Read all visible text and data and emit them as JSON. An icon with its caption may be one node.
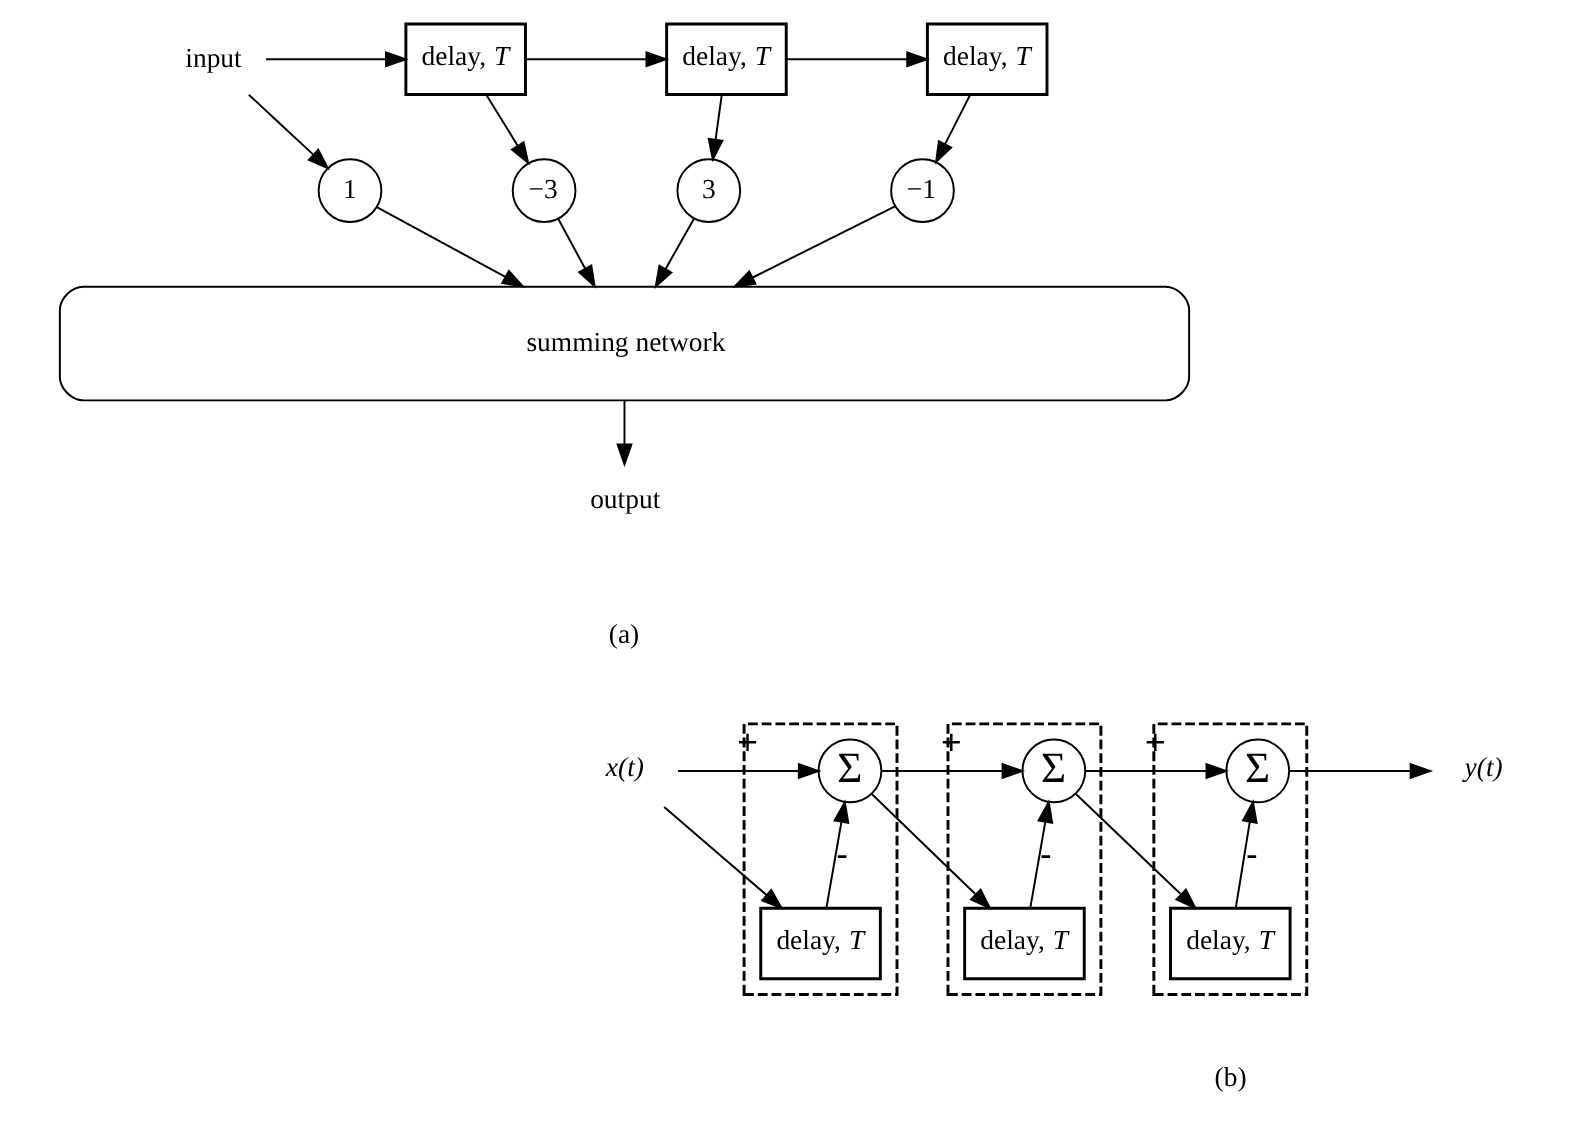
{
  "diagram": {
    "nodes": [
      {
        "text": [
          "input"
        ]
      },
      {
        "text": [
          "delay, *T*"
        ]
      },
      {
        "text": [
          "delay, *T*"
        ]
      },
      {
        "text": [
          "delay, *T*"
        ]
      },
      {
        "text": [
          "1"
        ]
      },
      {
        "text": [
          "−3"
        ]
      },
      {
        "text": [
          "3"
        ]
      },
      {
        "text": [
          "−1"
        ]
      },
      {
        "text": [
          "summing network"
        ]
      },
      {
        "text": [
          "output"
        ]
      },
      {
        "text": [
          "x(t)"
        ]
      },
      {
        "text": [],
        "shape": "box"
      },
      {
        "text": [
          "delay, *T*"
        ],
        "in": 11
      },
      {
        "text": [
          "Σ"
        ],
        "in": 11
      },
      {
        "text": [],
        "shape": "box"
      },
      {
        "text": [
          "delay, *T*"
        ],
        "in": 14
      },
      {
        "text": [
          "Σ"
        ],
        "in": 14
      },
      {
        "text": [],
        "shape": "box"
      },
      {
        "text": [
          "delay, *T*"
        ],
        "in": 17
      },
      {
        "text": [
          "Σ"
        ],
        "in": 17
      },
      {
        "text": [
          "y(t)"
        ]
      }
    ],
    "edges": [
      {
        "from": 0,
        "to": 1,
        "arrow": "to"
      },
      {
        "from": 0,
        "to": 4,
        "arrow": "to"
      },
      {
        "from": 1,
        "to": 2,
        "arrow": "to"
      },
      {
        "from": 1,
        "to": 5,
        "arrow": "to"
      },
      {
        "from": 2,
        "to": 3,
        "arrow": "to"
      },
      {
        "from": 2,
        "to": 6,
        "arrow": "to"
      },
      {
        "from": 3,
        "to": 7,
        "arrow": "to"
      },
      {
        "from": 4,
        "to": 8,
        "arrow": "to"
      },
      {
        "from": 5,
        "to": 8,
        "arrow": "to"
      },
      {
        "from": 6,
        "to": 8,
        "arrow": "to"
      },
      {
        "from": 7,
        "to": 8,
        "arrow": "to"
      },
      {
        "from": 8,
        "to": 9,
        "arrow": "to"
      },
      {
        "from": 10,
        "to": 13,
        "arrow": "to",
        "label": "+"
      },
      {
        "from": 10,
        "to": 12,
        "arrow": "to"
      },
      {
        "from": 12,
        "to": 13,
        "arrow": "to",
        "label": "-"
      },
      {
        "from": 13,
        "to": 16,
        "arrow": "to",
        "label": "+"
      },
      {
        "from": 13,
        "to": 15,
        "arrow": "to"
      },
      {
        "from": 15,
        "to": 16,
        "arrow": "to",
        "label": "-"
      },
      {
        "from": 16,
        "to": 19,
        "arrow": "to",
        "label": "+"
      },
      {
        "from": 16,
        "to": 18,
        "arrow": "to"
      },
      {
        "from": 18,
        "to": 19,
        "arrow": "to",
        "label": "-"
      },
      {
        "from": 19,
        "to": 20,
        "arrow": "to"
      }
    ],
    "labels": [
      "(a)",
      "(b)"
    ]
  }
}
